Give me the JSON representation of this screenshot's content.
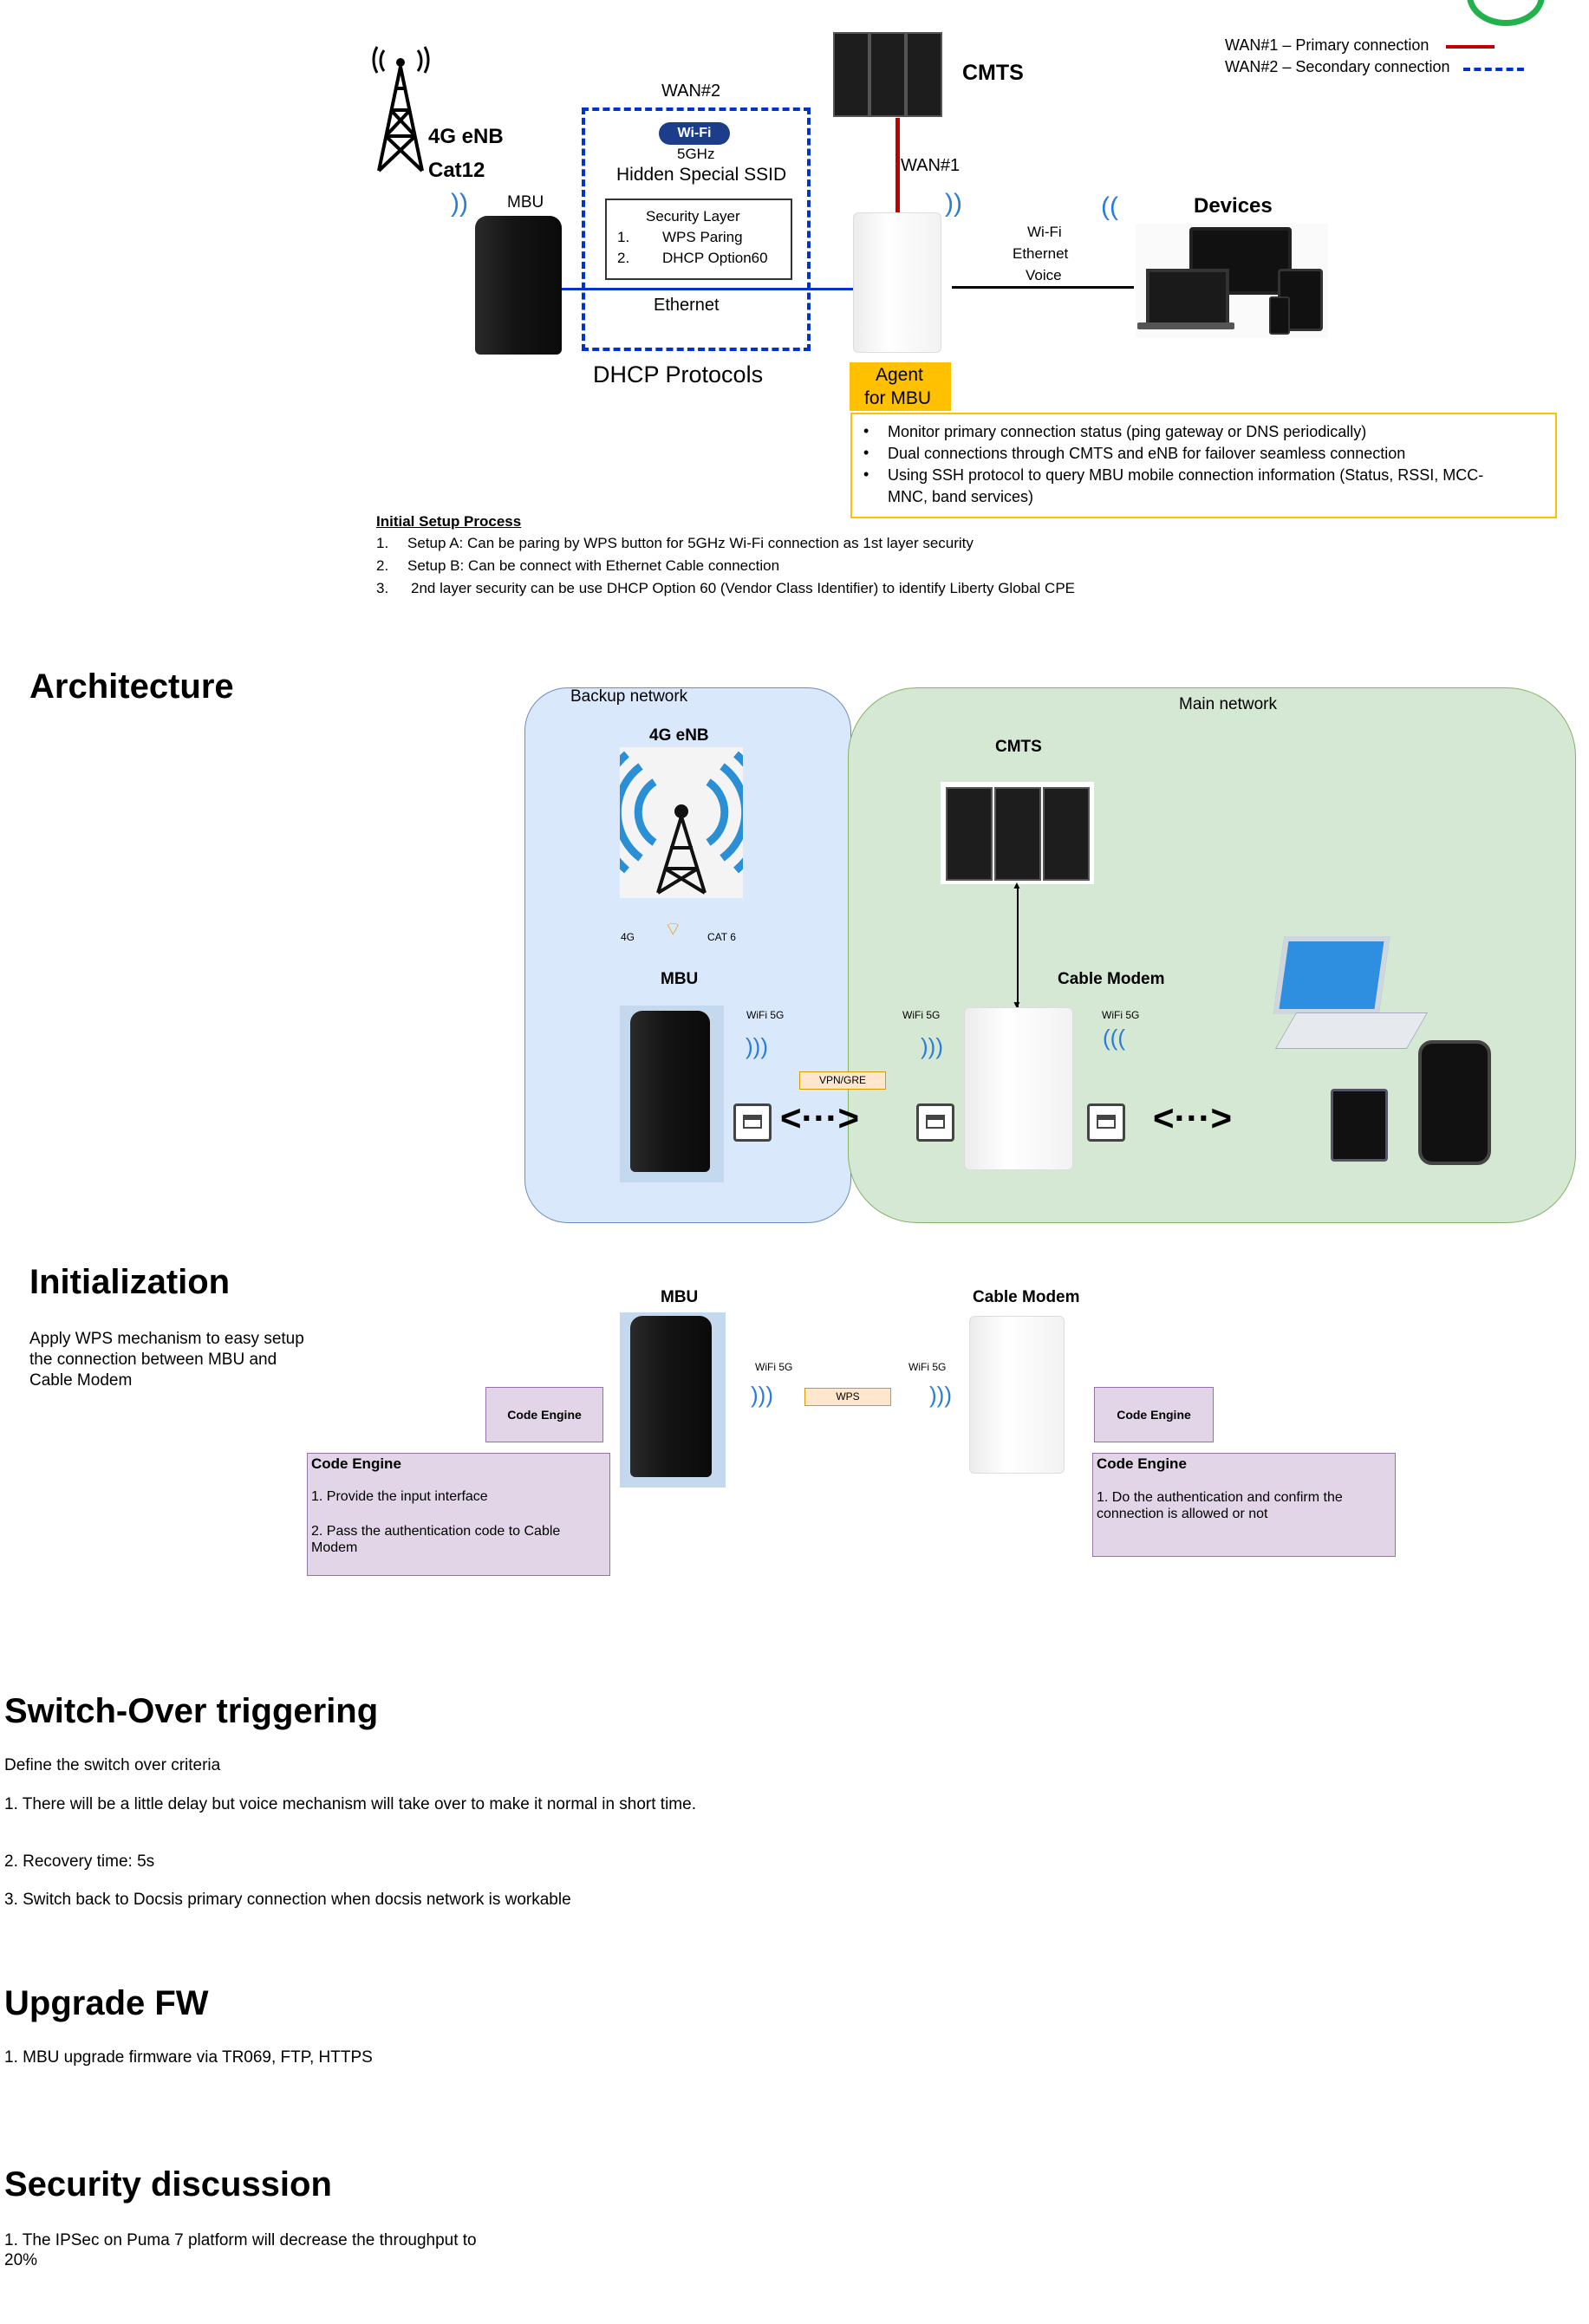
{
  "top": {
    "legend": {
      "wan1": "WAN#1 – Primary connection",
      "wan2": "WAN#2 – Secondary connection"
    },
    "enb_label_1": "4G eNB",
    "enb_label_2": "Cat12",
    "mbu_label": "MBU",
    "wan2_label": "WAN#2",
    "wifi_5ghz": "5GHz",
    "hidden_ssid": "Hidden Special SSID",
    "security_layer": {
      "title": "Security Layer",
      "items": [
        "WPS Paring",
        "DHCP Option60"
      ]
    },
    "ethernet_label": "Ethernet",
    "dhcp_protocols": "DHCP Protocols",
    "cmts_label": "CMTS",
    "wan1_label": "WAN#1",
    "agent_label_1": "Agent",
    "agent_label_2": "for MBU",
    "link_labels": [
      "Wi-Fi",
      "Ethernet",
      "Voice"
    ],
    "devices_label": "Devices",
    "agent_bullets": [
      "Monitor primary connection status (ping gateway or DNS periodically)",
      "Dual connections through CMTS and eNB for failover seamless connection",
      "Using SSH protocol to query MBU mobile connection information (Status, RSSI, MCC-",
      "MNC, band services)"
    ],
    "setup": {
      "title": "Initial Setup Process",
      "items": [
        "Setup A: Can be paring by WPS button for 5GHz Wi-Fi connection as 1st layer security",
        "Setup B: Can be connect with Ethernet Cable connection",
        "2nd layer security can be use DHCP Option 60 (Vendor Class Identifier) to identify Liberty Global CPE"
      ]
    }
  },
  "architecture": {
    "heading": "Architecture",
    "backup_network": "Backup network",
    "main_network": "Main network",
    "enb_label": "4G eNB",
    "cmts_label": "CMTS",
    "label_4g": "4G",
    "label_cat6": "CAT 6",
    "mbu_label": "MBU",
    "cable_modem_label": "Cable Modem",
    "wifi_5g": "WiFi 5G",
    "vpn_gre": "VPN/GRE"
  },
  "initialization": {
    "heading": "Initialization",
    "description": "Apply WPS mechanism to easy setup the connection between MBU and Cable Modem",
    "mbu_label": "MBU",
    "cable_modem_label": "Cable Modem",
    "wifi_5g": "WiFi 5G",
    "wps": "WPS",
    "code_engine": "Code Engine",
    "left_notes": [
      "1. Provide the input interface",
      "2. Pass the authentication code to Cable Modem"
    ],
    "right_notes": [
      "1. Do the authentication and confirm the connection is allowed or not"
    ]
  },
  "switch_over": {
    "heading": "Switch-Over triggering",
    "intro": "Define the switch over criteria",
    "items": [
      "1. There will be a little delay but voice mechanism will take over to make it normal in short time.",
      "2. Recovery time: 5s",
      "3. Switch back to Docsis primary connection when docsis network is workable"
    ]
  },
  "upgrade": {
    "heading": "Upgrade FW",
    "items": [
      "1. MBU upgrade firmware via TR069, FTP, HTTPS"
    ]
  },
  "security": {
    "heading": "Security discussion",
    "items": [
      "1. The IPSec on Puma 7 platform will decrease the throughput to 20%"
    ]
  },
  "colors": {
    "primary_wan": "#c00000",
    "secondary_wan": "#0033cc",
    "agent_fill": "#ffc000",
    "backup_fill": "#dae8fc",
    "main_fill": "#d5e8d4",
    "code_engine_fill": "#e1d5e7"
  }
}
